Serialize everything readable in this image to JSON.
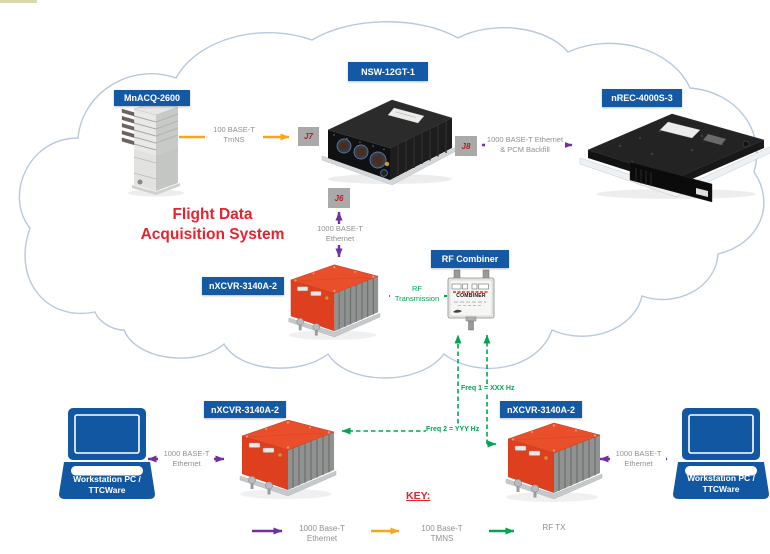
{
  "title": {
    "line1": "Flight Data",
    "line2": "Acquisition System"
  },
  "devices": {
    "mnacq": {
      "label": "MnACQ-2600"
    },
    "nsw": {
      "label": "NSW-12GT-1"
    },
    "nrec": {
      "label": "nREC-4000S-3"
    },
    "xcvr_top": {
      "label": "nXCVR-3140A-2"
    },
    "xcvr_left": {
      "label": "nXCVR-3140A-2"
    },
    "xcvr_right": {
      "label": "nXCVR-3140A-2"
    },
    "combiner": {
      "label": "RF Combiner",
      "body_text": "COMBINER"
    },
    "workstation_left": {
      "line1": "Workstation PC /",
      "line2": "TTCWare"
    },
    "workstation_right": {
      "line1": "Workstation PC /",
      "line2": "TTCWare"
    }
  },
  "ports": {
    "j7": "J7",
    "j8": "J8",
    "j6": "J6"
  },
  "links": {
    "mnacq_nsw": {
      "line1": "100 BASE-T",
      "line2": "TmNS"
    },
    "nsw_nrec": {
      "line1": "1000 BASE-T Ethernet",
      "line2": "& PCM Backfill"
    },
    "nsw_xcvr": {
      "line1": "1000 BASE-T",
      "line2": "Ethernet"
    },
    "rf_transmission": {
      "line1": "RF",
      "line2": "Transmission"
    },
    "freq1": "Freq 1 = XXX Hz",
    "freq2": "Freq 2 = YYY Hz",
    "ws_left": {
      "line1": "1000 BASE-T",
      "line2": "Ethernet"
    },
    "ws_right": {
      "line1": "1000 BASE-T",
      "line2": "Ethernet"
    }
  },
  "key": {
    "heading": "KEY:",
    "items": [
      {
        "line1": "1000 Base-T",
        "line2": "Ethernet"
      },
      {
        "line1": "100 Base-T",
        "line2": "TMNS"
      },
      {
        "line1": "RF TX",
        "line2": ""
      }
    ]
  },
  "colors": {
    "label_blue": "#1359a4",
    "ethernet_purple": "#70309f",
    "tmns_orange": "#f9a51a",
    "rf_green": "#00a651",
    "title_red": "#e5232e",
    "cloud_stroke": "#b9c8dd",
    "device_orange": "#dd3f1f",
    "caption_gray": "#909090"
  }
}
